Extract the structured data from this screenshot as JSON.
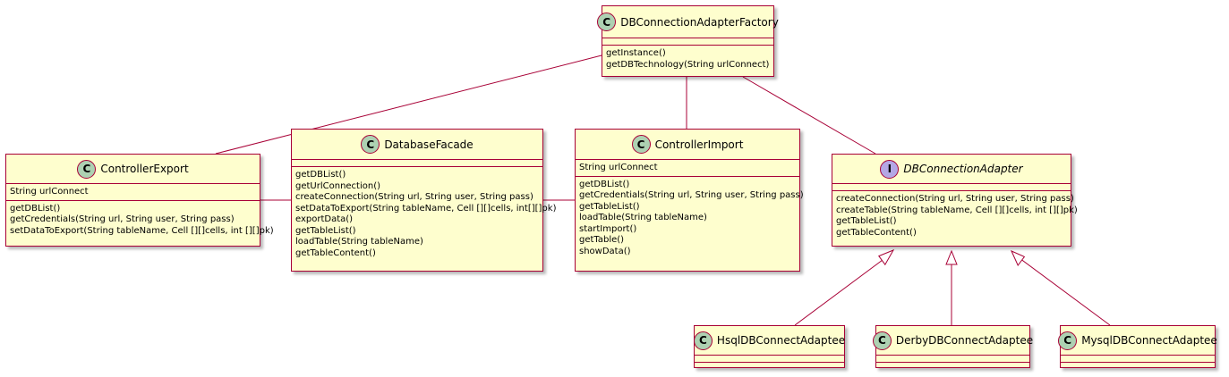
{
  "classes": {
    "factory": {
      "kind": "C",
      "name": "DBConnectionAdapterFactory",
      "attributes": [],
      "methods": [
        "getInstance()",
        "getDBTechnology(String urlConnect)"
      ]
    },
    "export": {
      "kind": "C",
      "name": "ControllerExport",
      "attributes": [
        "String urlConnect"
      ],
      "methods": [
        "getDBList()",
        "getCredentials(String url, String user, String pass)",
        "setDataToExport(String tableName, Cell [][]cells, int [][]pk)"
      ]
    },
    "facade": {
      "kind": "C",
      "name": "DatabaseFacade",
      "attributes": [],
      "methods": [
        "getDBList()",
        "getUrlConnection()",
        "createConnection(String url, String user, String pass)",
        "setDataToExport(String tableName, Cell [][]cells, int[][]pk)",
        "exportData()",
        "getTableList()",
        "loadTable(String tableName)",
        "getTableContent()"
      ]
    },
    "import": {
      "kind": "C",
      "name": "ControllerImport",
      "attributes": [
        "String urlConnect"
      ],
      "methods": [
        "getDBList()",
        "getCredentials(String url, String user, String pass)",
        "getTableList()",
        "loadTable(String tableName)",
        "startImport()",
        "getTable()",
        "showData()"
      ]
    },
    "adapter": {
      "kind": "I",
      "name": "DBConnectionAdapter",
      "attributes": [],
      "methods": [
        "createConnection(String url, String user, String pass)",
        "createTable(String tableName, Cell [][]cells, int [][]pk)",
        "getTableList()",
        "getTableContent()"
      ]
    },
    "hsql": {
      "kind": "C",
      "name": "HsqlDBConnectAdaptee",
      "attributes": [],
      "methods": []
    },
    "derby": {
      "kind": "C",
      "name": "DerbyDBConnectAdaptee",
      "attributes": [],
      "methods": []
    },
    "mysql": {
      "kind": "C",
      "name": "MysqlDBConnectAdaptee",
      "attributes": [],
      "methods": []
    }
  },
  "colors": {
    "class_fill": "#FEFECE",
    "border": "#A80036",
    "class_badge": "#ADD1B2",
    "interface_badge": "#B4A7E5"
  }
}
